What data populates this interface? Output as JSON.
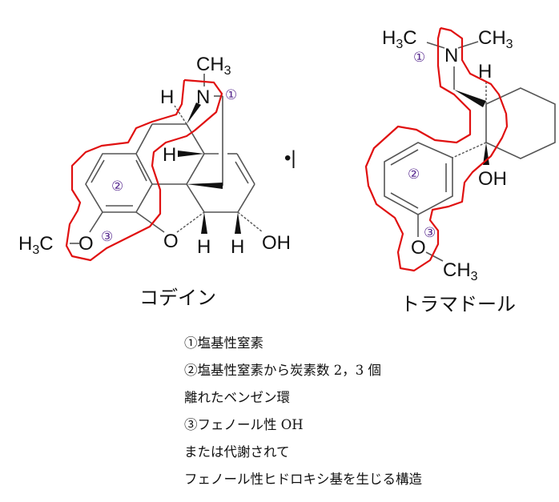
{
  "codeine": {
    "name": "コデイン",
    "atoms": {
      "ch3": "CH",
      "ch3_sub": "3",
      "n": "N",
      "h1": "H",
      "h2": "H",
      "h3": "H",
      "h4": "H",
      "o_ring": "O",
      "oh": "OH",
      "h3c": "H",
      "h3c_sub": "3",
      "h3c_c": "C",
      "o_me": "O"
    },
    "markers": {
      "m1": "①",
      "m2": "②",
      "m3": "③"
    },
    "salt_mark": "•|"
  },
  "tramadol": {
    "name": "トラマドール",
    "atoms": {
      "h3c": "H",
      "h3c_sub": "3",
      "h3c_c": "C",
      "n": "N",
      "ch3": "CH",
      "ch3_sub": "3",
      "h": "H",
      "oh": "OH",
      "o": "O",
      "och3": "CH",
      "och3_sub": "3"
    },
    "markers": {
      "m1": "①",
      "m2": "②",
      "m3": "③"
    }
  },
  "notes": [
    "①塩基性窒素",
    "②塩基性窒素から炭素数 2，3 個",
    "離れたベンゼン環",
    "③フェノール性 OH",
    "または代謝されて",
    "フェノール性ヒドロキシ基を生じる構造"
  ],
  "colors": {
    "highlight": "#e01010",
    "marker": "#5a2d91"
  }
}
